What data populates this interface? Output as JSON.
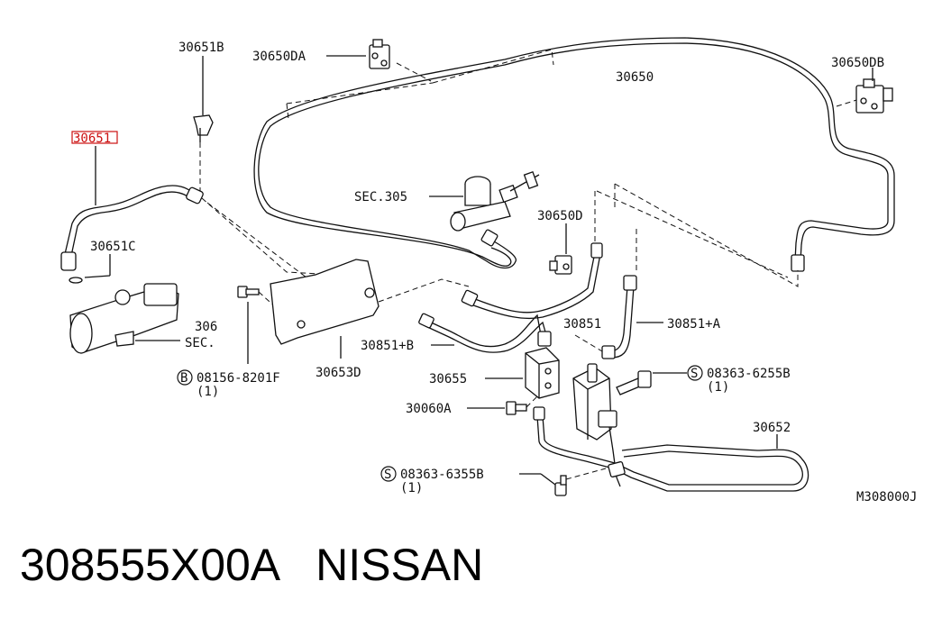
{
  "labels": {
    "l30651b": "30651B",
    "l30650da": "30650DA",
    "l30650": "30650",
    "l30650db": "30650DB",
    "l30651": "30651",
    "lsec305": "SEC.305",
    "l30651c": "30651C",
    "l30650d": "30650D",
    "l306": "306",
    "lsec": "SEC.",
    "l30851": "30851",
    "l30851a": "30851+A",
    "l30851b": "30851+B",
    "lb08156": "08156-8201F",
    "lb08156q": "(1)",
    "l30653d": "30653D",
    "l30655": "30655",
    "ls08363a": "08363-6255B",
    "ls08363aq": "(1)",
    "l30060a": "30060A",
    "l30652": "30652",
    "ls08363b": "08363-6355B",
    "ls08363bq": "(1)",
    "lm308000j": "M308000J",
    "circle_b": "B",
    "circle_s1": "S",
    "circle_s2": "S"
  },
  "footer": {
    "part_number": "308555X00A",
    "brand": "NISSAN"
  },
  "colors": {
    "highlight": "#cc1111",
    "ink": "#111111"
  }
}
